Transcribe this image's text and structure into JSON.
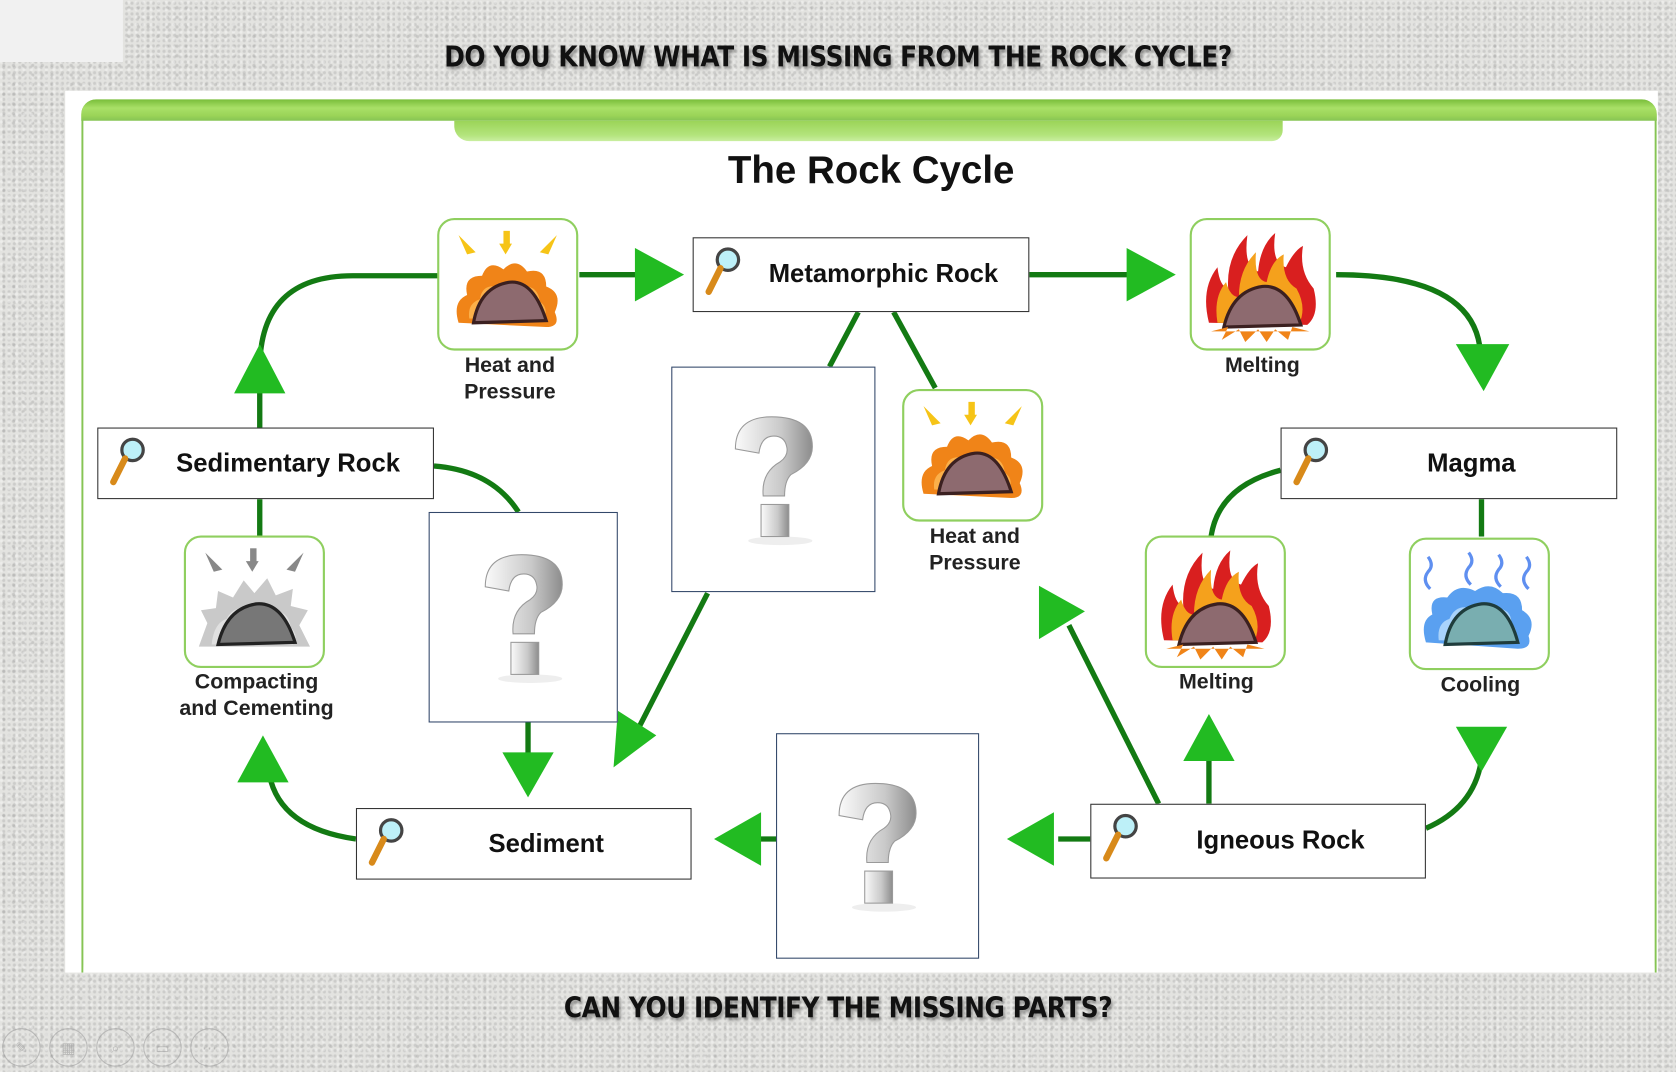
{
  "slide": {
    "top_question": "DO YOU KNOW WHAT IS MISSING FROM THE ROCK CYCLE?",
    "bottom_question": "CAN YOU IDENTIFY THE MISSING PARTS?"
  },
  "diagram": {
    "title": "The Rock Cycle",
    "nodes": {
      "metamorphic": "Metamorphic Rock",
      "sedimentary": "Sedimentary Rock",
      "magma": "Magma",
      "sediment": "Sediment",
      "igneous": "Igneous Rock"
    },
    "processes": {
      "heat_pressure_1": [
        "Heat and",
        "Pressure"
      ],
      "heat_pressure_2": [
        "Heat and",
        "Pressure"
      ],
      "melting_1": [
        "Melting"
      ],
      "melting_2": [
        "Melting"
      ],
      "cooling": [
        "Cooling"
      ],
      "compacting": [
        "Compacting",
        "and Cementing"
      ]
    },
    "missing_parts": [
      "?",
      "?",
      "?"
    ],
    "colors": {
      "arrow": "#22bb22",
      "connector": "#137a13",
      "process_border": "#8fcf5f",
      "band": "#9bd458"
    }
  },
  "toolbar": {
    "icons": [
      "pen-icon",
      "slides-icon",
      "zoom-icon",
      "subtitles-icon",
      "more-icon"
    ]
  }
}
